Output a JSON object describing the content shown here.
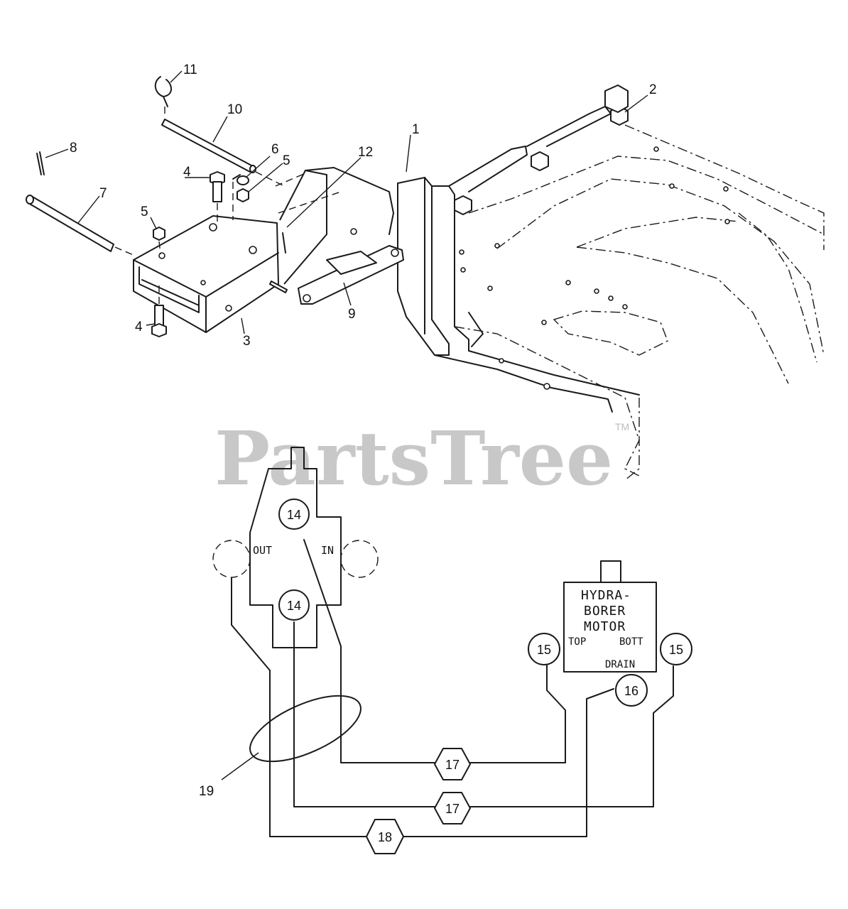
{
  "watermark": {
    "text": "PartsTree",
    "mark": "TM",
    "color": "#c8c8c8"
  },
  "callouts": {
    "c1": "1",
    "c2": "2",
    "c3": "3",
    "c4a": "4",
    "c4b": "4",
    "c5a": "5",
    "c5b": "5",
    "c6": "6",
    "c7": "7",
    "c8": "8",
    "c9": "9",
    "c10": "10",
    "c11": "11",
    "c12": "12",
    "c19": "19"
  },
  "valve": {
    "out_label": "OUT",
    "in_label": "IN",
    "ref_top": "14",
    "ref_bottom": "14"
  },
  "motor": {
    "line1": "HYDRA-",
    "line2": "BORER",
    "line3": "MOTOR",
    "top_label": "TOP",
    "bott_label": "BOTT",
    "drain_label": "DRAIN",
    "ref_left": "15",
    "ref_right": "15",
    "ref_drain": "16"
  },
  "hoses": {
    "ref_upper": "17",
    "ref_middle": "17",
    "ref_lower": "18"
  }
}
